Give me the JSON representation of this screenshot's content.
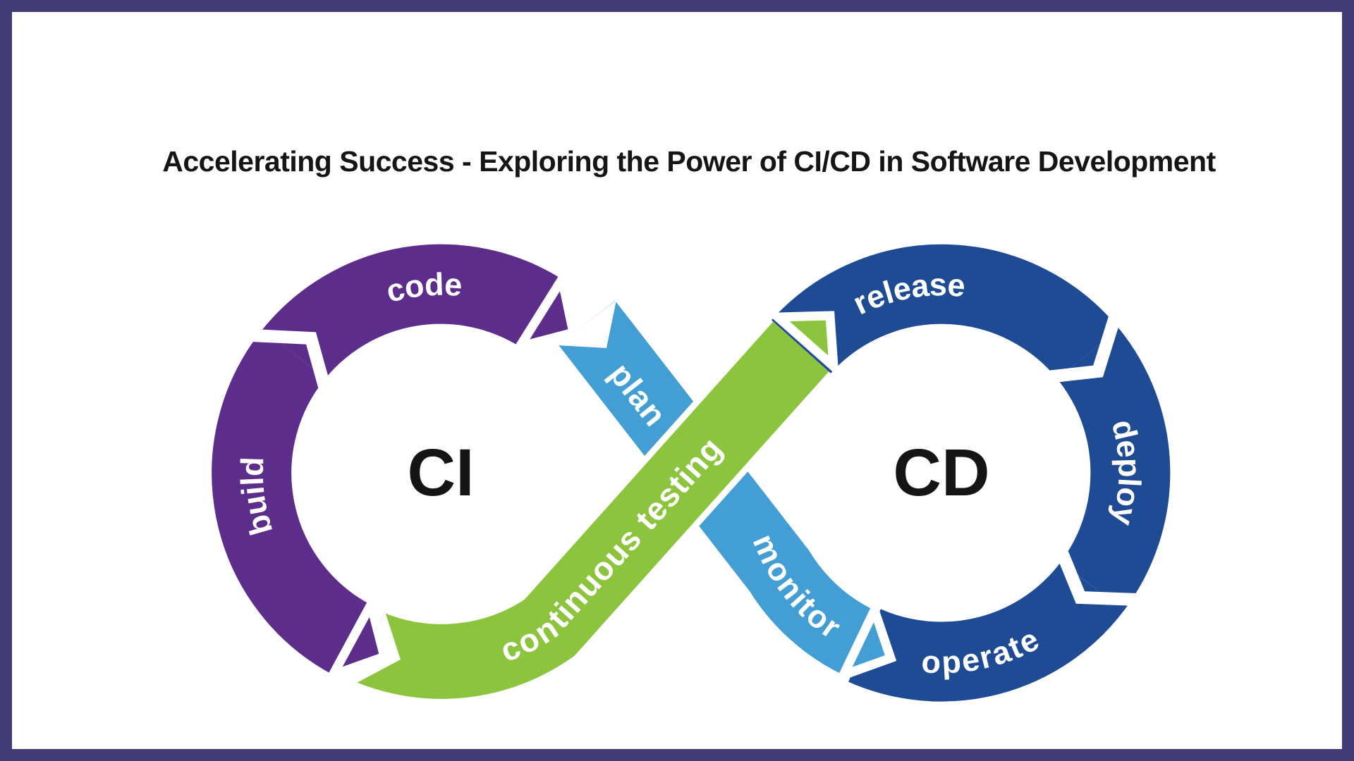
{
  "title": {
    "text": "Accelerating Success - Exploring the Power of CI/CD in Software Development",
    "color": "#151515"
  },
  "frame": {
    "border_color": "#3F3C76",
    "background_color": "#FFFFFF"
  },
  "ci_loop": {
    "center_label": "CI",
    "segment_code": "code",
    "segment_build": "build",
    "color": "#5C2D8A"
  },
  "cd_loop": {
    "center_label": "CD",
    "segment_release": "release",
    "segment_deploy": "deploy",
    "segment_operate": "operate",
    "color": "#1F4B94"
  },
  "ribbons": {
    "plan_label": "plan",
    "monitor_label": "monitor",
    "testing_label": "continuous testing",
    "plan_monitor_color": "#429ED3",
    "testing_color": "#8CC43E"
  },
  "text": {
    "center_color": "#151515",
    "label_color": "#FFFFFF"
  }
}
